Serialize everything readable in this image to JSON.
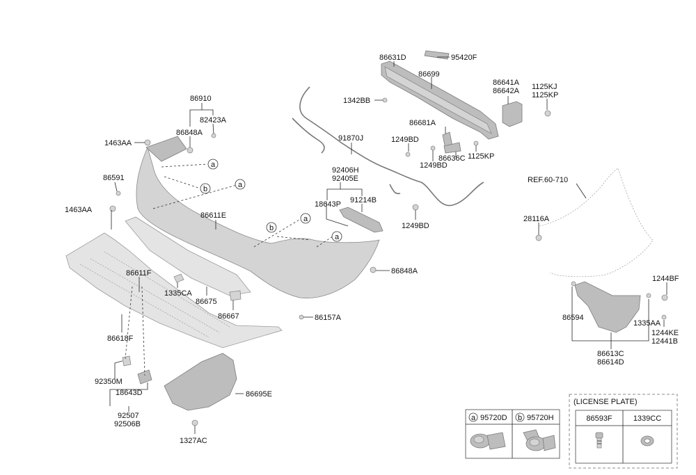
{
  "labels": {
    "p86631D": "86631D",
    "p95420F": "95420F",
    "p86699": "86699",
    "p1342BB": "1342BB",
    "p86641A": "86641A",
    "p86642A": "86642A",
    "p1125KJ": "1125KJ",
    "p1125KP": "1125KP",
    "p86681A": "86681A",
    "p1249BD_a": "1249BD",
    "p1249BD_b": "1249BD",
    "p86636C": "86636C",
    "p1125KP_b": "1125KP",
    "p91870J": "91870J",
    "p92406H": "92406H",
    "p92405E": "92405E",
    "p18643P": "18643P",
    "p91214B": "91214B",
    "p1249BD_c": "1249BD",
    "p86910": "86910",
    "p82423A": "82423A",
    "p86848A_a": "86848A",
    "p1463AA_a": "1463AA",
    "p86591": "86591",
    "p1463AA_b": "1463AA",
    "p86611E": "86611E",
    "p86611F": "86611F",
    "p1335CA": "1335CA",
    "p86675": "86675",
    "p86667": "86667",
    "p86848A_b": "86848A",
    "p86157A": "86157A",
    "p86618F": "86618F",
    "p92350M": "92350M",
    "p18643D": "18643D",
    "p92507": "92507",
    "p92506B": "92506B",
    "p86695E": "86695E",
    "p1327AC": "1327AC",
    "pREF": "REF.60-710",
    "p28116A": "28116A",
    "p1244BF": "1244BF",
    "p86594": "86594",
    "p1335AA": "1335AA",
    "p1244KE": "1244KE",
    "p12441B": "12441B",
    "p86613C": "86613C",
    "p86614D": "86614D"
  },
  "callouts": {
    "a": "a",
    "b": "b"
  },
  "sensor_table": {
    "col_a_part": "95720D",
    "col_b_part": "95720H"
  },
  "license_plate": {
    "title": "(LICENSE PLATE)",
    "col1": "86593F",
    "col2": "1339CC"
  }
}
